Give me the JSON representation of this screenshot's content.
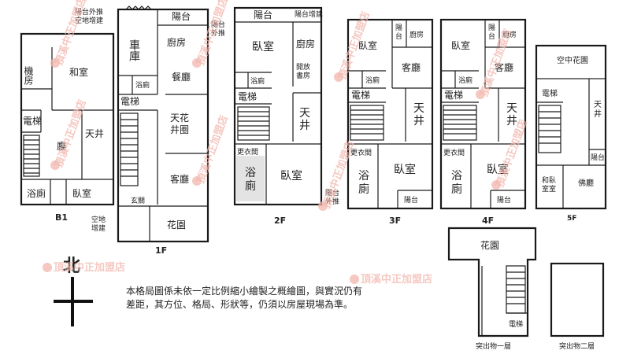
{
  "labels": {
    "b1_mech": "機房",
    "b1_washitsu": "和室",
    "b1_elevator": "電梯",
    "b1_hall": "廳",
    "b1_well": "天井",
    "b1_bath": "浴廁",
    "b1_bed": "臥室",
    "b1_floor": "B1",
    "f1_balcony_note": "陽台外推\n空地增建",
    "f1_garage": "車庫",
    "f1_balcony": "陽台",
    "f1_kitchen": "廚房",
    "f1_dining": "餐廳",
    "f1_bath": "浴廁",
    "f1_elevator": "電梯",
    "f1_skylight": "天花\n井圈",
    "f1_living": "客廳",
    "f1_entry": "玄關",
    "f1_garden": "花園",
    "f1_open_note": "空地\n增建",
    "f1_floor": "1F",
    "f2_balcony": "陽台",
    "f2_balcony_add": "陽台增建",
    "f2_balcony_push": "陽台\n外推",
    "f2_bed1": "臥室",
    "f2_kitchen": "廚房",
    "f2_bath1": "浴廁",
    "f2_study": "開放\n書房",
    "f2_elevator": "電梯",
    "f2_well": "天\n井",
    "f2_closet": "更衣間",
    "f2_bath2": "浴\n廁",
    "f2_bed2": "臥室",
    "f2_balcony_push2": "陽台\n外推",
    "f2_floor": "2F",
    "f3_bed1": "臥室",
    "f3_balcony": "陽\n台",
    "f3_kitchen": "廚房",
    "f3_living": "客廳",
    "f3_bath1": "浴廁",
    "f3_elevator": "電梯",
    "f3_well": "天\n井",
    "f3_closet": "更衣間",
    "f3_bath2": "浴\n廁",
    "f3_bed2": "臥室",
    "f3_balcony2": "陽台",
    "f3_floor": "3F",
    "f4_bed1": "臥室",
    "f4_balcony": "陽\n台",
    "f4_kitchen": "廚房",
    "f4_living": "客廳",
    "f4_bath1": "浴廁",
    "f4_elevator": "電梯",
    "f4_well": "天\n井",
    "f4_closet": "更衣間",
    "f4_bath2": "浴\n廁",
    "f4_bed2": "臥室",
    "f4_balcony2": "陽台",
    "f4_floor": "4F",
    "f5_garden": "空中花園",
    "f5_elevator": "電梯",
    "f5_well": "天\n井",
    "f5_balcony": "陽台",
    "f5_wabed": "和臥\n室室",
    "f5_buddha": "佛廳",
    "f5_floor": "5F",
    "px1_garden": "花園",
    "px1_elevator": "電梯",
    "px1_floor": "突出物一層",
    "px2_floor": "突出物二層",
    "north": "北"
  },
  "note": "本格局圖係未依一定比例縮小繪製之概繪圖，與實況仍有差距，其方位、格局、形狀等，仍須以房屋現場為準。",
  "watermark": "頂溪中正加盟店"
}
